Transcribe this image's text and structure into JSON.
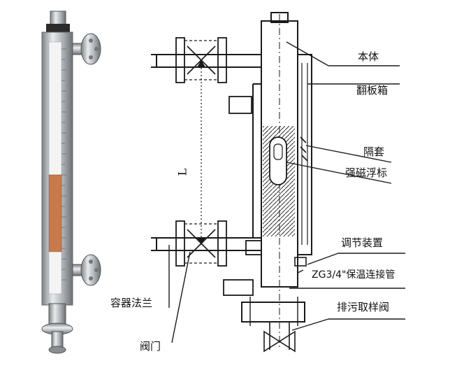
{
  "labels": {
    "body": "本体",
    "flip_box": "翻板箱",
    "sleeve": "隔套",
    "float": "强磁浮标",
    "adjust": "调节装置",
    "pipe": "ZG3/4\"保温连接管",
    "drain": "排污取样阀",
    "flange": "容器法兰",
    "valve": "阀门",
    "distance": "L"
  },
  "colors": {
    "line": "#1a1a1a",
    "scale_red": "#c87a4a",
    "scale_white": "#f4f4f4",
    "metal": "#b8bcc0"
  }
}
